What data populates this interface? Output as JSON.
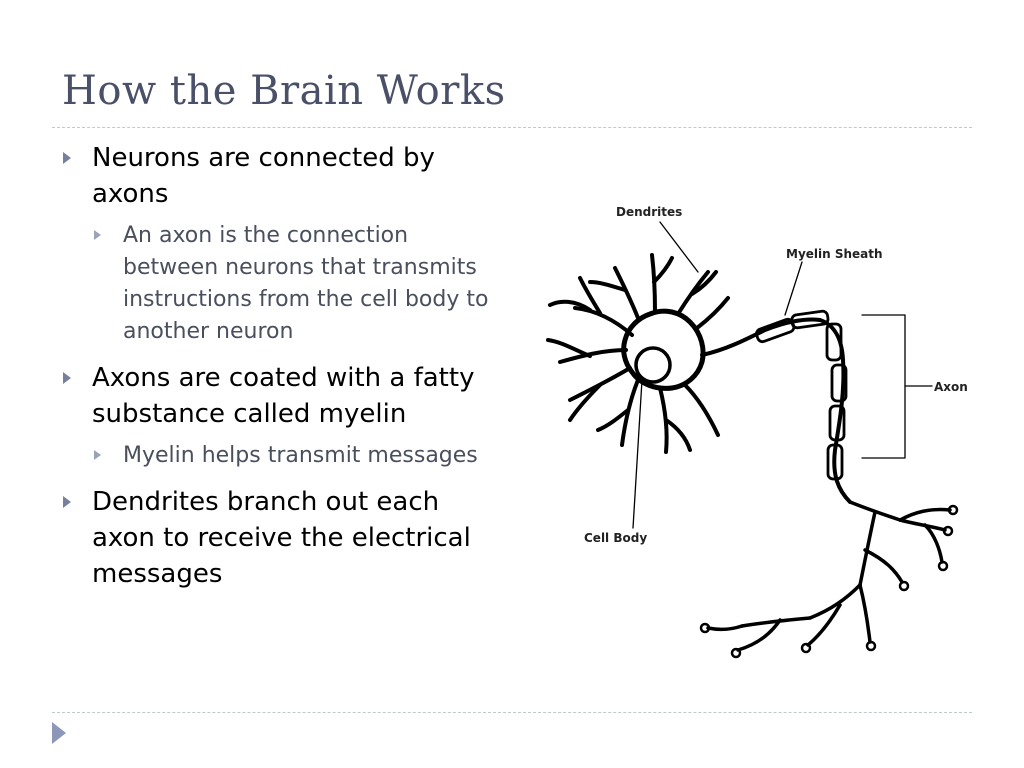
{
  "slide": {
    "title": "How the Brain Works",
    "bullets": [
      {
        "text": "Neurons are connected by axons",
        "sub": [
          "An axon is the connection between neurons that transmits instructions from the cell body to another neuron"
        ]
      },
      {
        "text": "Axons are coated with a fatty substance called myelin",
        "sub": [
          "Myelin helps transmit messages"
        ]
      },
      {
        "text": "Dendrites branch out each axon to receive the electrical messages",
        "sub": []
      }
    ]
  },
  "diagram": {
    "labels": {
      "dendrites": "Dendrites",
      "myelin_sheath": "Myelin Sheath",
      "axon": "Axon",
      "cell_body": "Cell Body"
    }
  }
}
